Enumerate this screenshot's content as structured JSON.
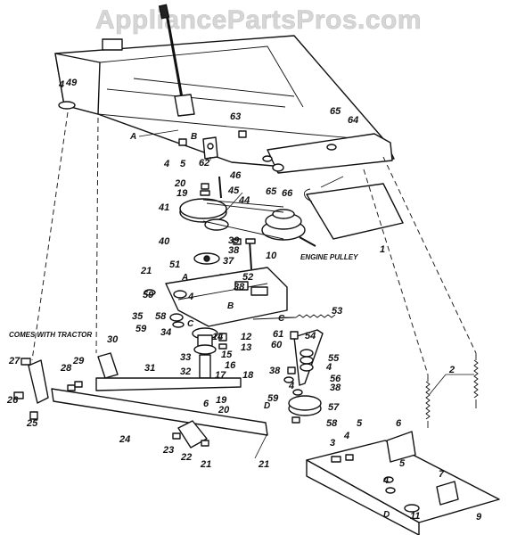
{
  "watermark": "AppliancePartsPros.com",
  "notes": {
    "engine_pulley": "ENGINE PULLEY",
    "comes_with_tractor": "COMES WITH TRACTOR"
  },
  "callouts": [
    "1",
    "2",
    "3",
    "4",
    "5",
    "6",
    "7",
    "9",
    "10",
    "11",
    "12",
    "13",
    "14",
    "15",
    "16",
    "17",
    "18",
    "19",
    "20",
    "21",
    "22",
    "23",
    "24",
    "25",
    "26",
    "27",
    "28",
    "29",
    "30",
    "31",
    "32",
    "33",
    "34",
    "35",
    "37",
    "38",
    "39",
    "40",
    "41",
    "44",
    "45",
    "46",
    "49",
    "51",
    "52",
    "53",
    "54",
    "55",
    "56",
    "57",
    "58",
    "59",
    "60",
    "61",
    "62",
    "63",
    "64",
    "65",
    "66"
  ],
  "reference_letters": [
    "A",
    "B",
    "C",
    "D"
  ]
}
